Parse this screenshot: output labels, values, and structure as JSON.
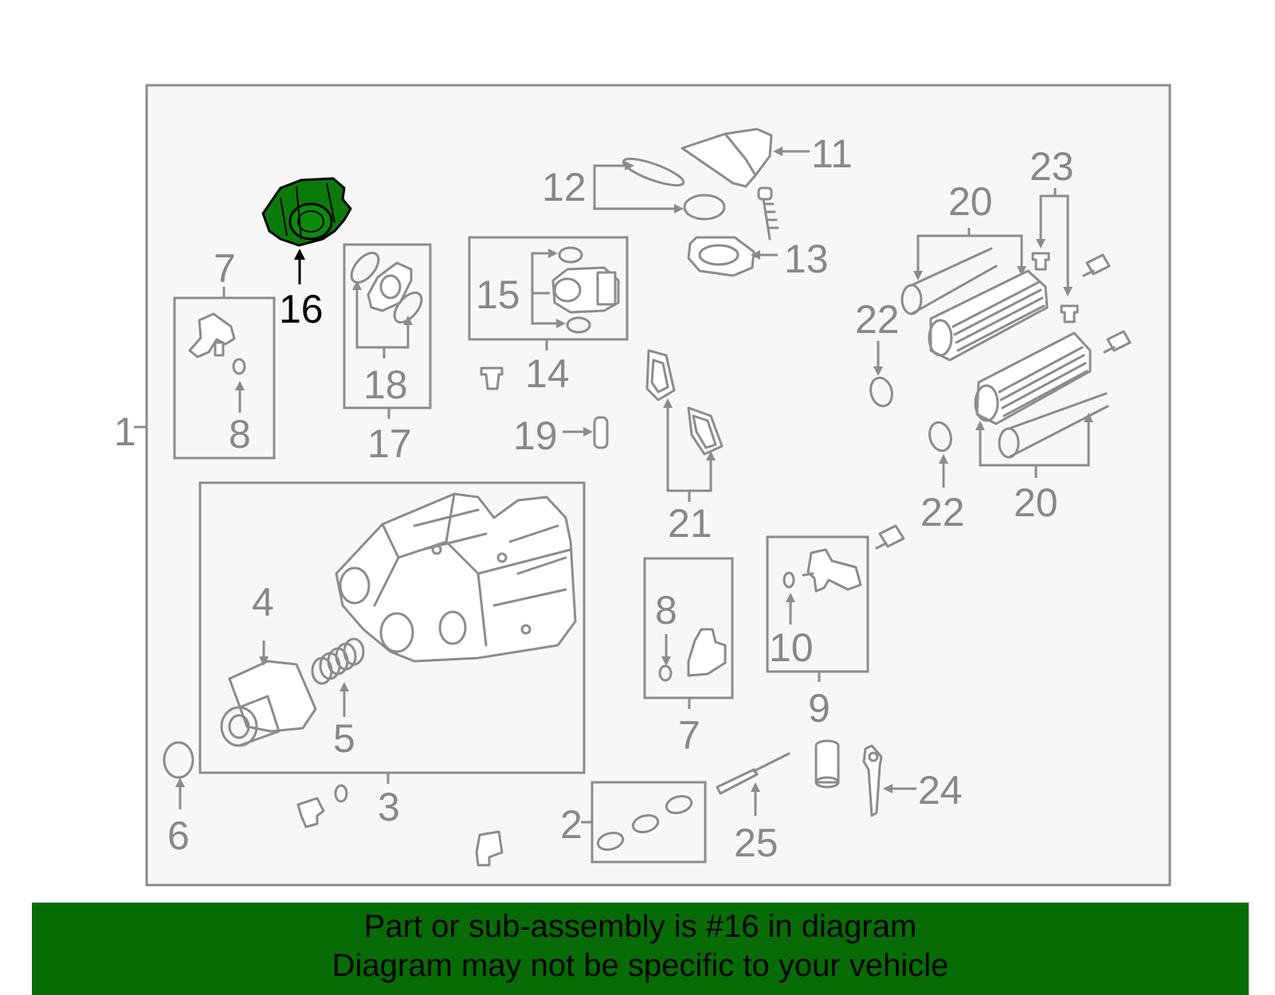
{
  "colors": {
    "panel_background": "#f7f7f7",
    "line_gray": "#8c8c8c",
    "highlight_part": "#0a7a0a",
    "banner_background": "#076c05"
  },
  "highlighted_part": "16",
  "callouts": {
    "c1": "1",
    "c2": "2",
    "c3": "3",
    "c4": "4",
    "c5": "5",
    "c6": "6",
    "c7a": "7",
    "c7b": "7",
    "c8a": "8",
    "c8b": "8",
    "c9": "9",
    "c10": "10",
    "c11": "11",
    "c12": "12",
    "c13": "13",
    "c14": "14",
    "c15": "15",
    "c16": "16",
    "c17": "17",
    "c18": "18",
    "c19": "19",
    "c20a": "20",
    "c20b": "20",
    "c21": "21",
    "c22a": "22",
    "c22b": "22",
    "c23": "23",
    "c24": "24",
    "c25": "25"
  },
  "banner": {
    "line1": "Part or sub-assembly is #16 in diagram",
    "line2": "Diagram may not be specific to your vehicle"
  }
}
